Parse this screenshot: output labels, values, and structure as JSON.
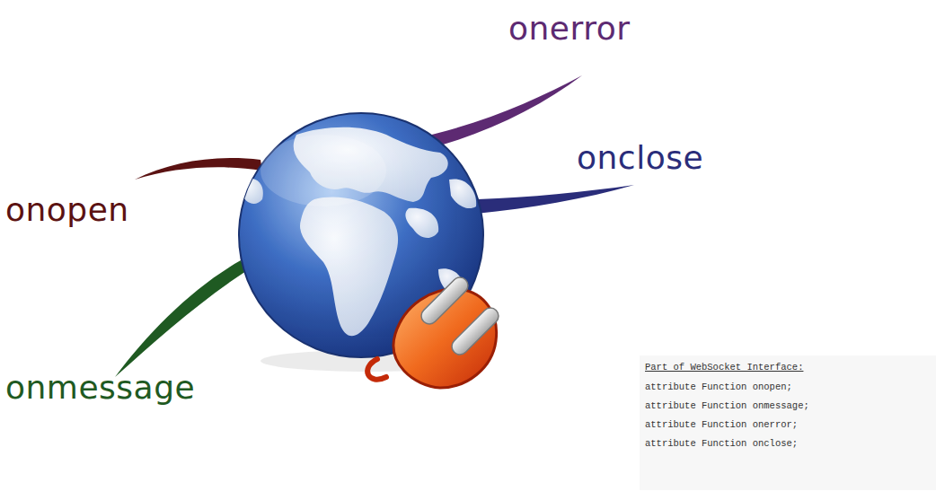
{
  "diagram": {
    "labels": [
      "onerror",
      "onclose",
      "onopen",
      "onmessage",
      "Part of WebSocket Interface:",
      "attribute Function onopen;",
      "attribute Function onmessage;",
      "attribute Function onerror;",
      "attribute Function onclose;"
    ]
  }
}
